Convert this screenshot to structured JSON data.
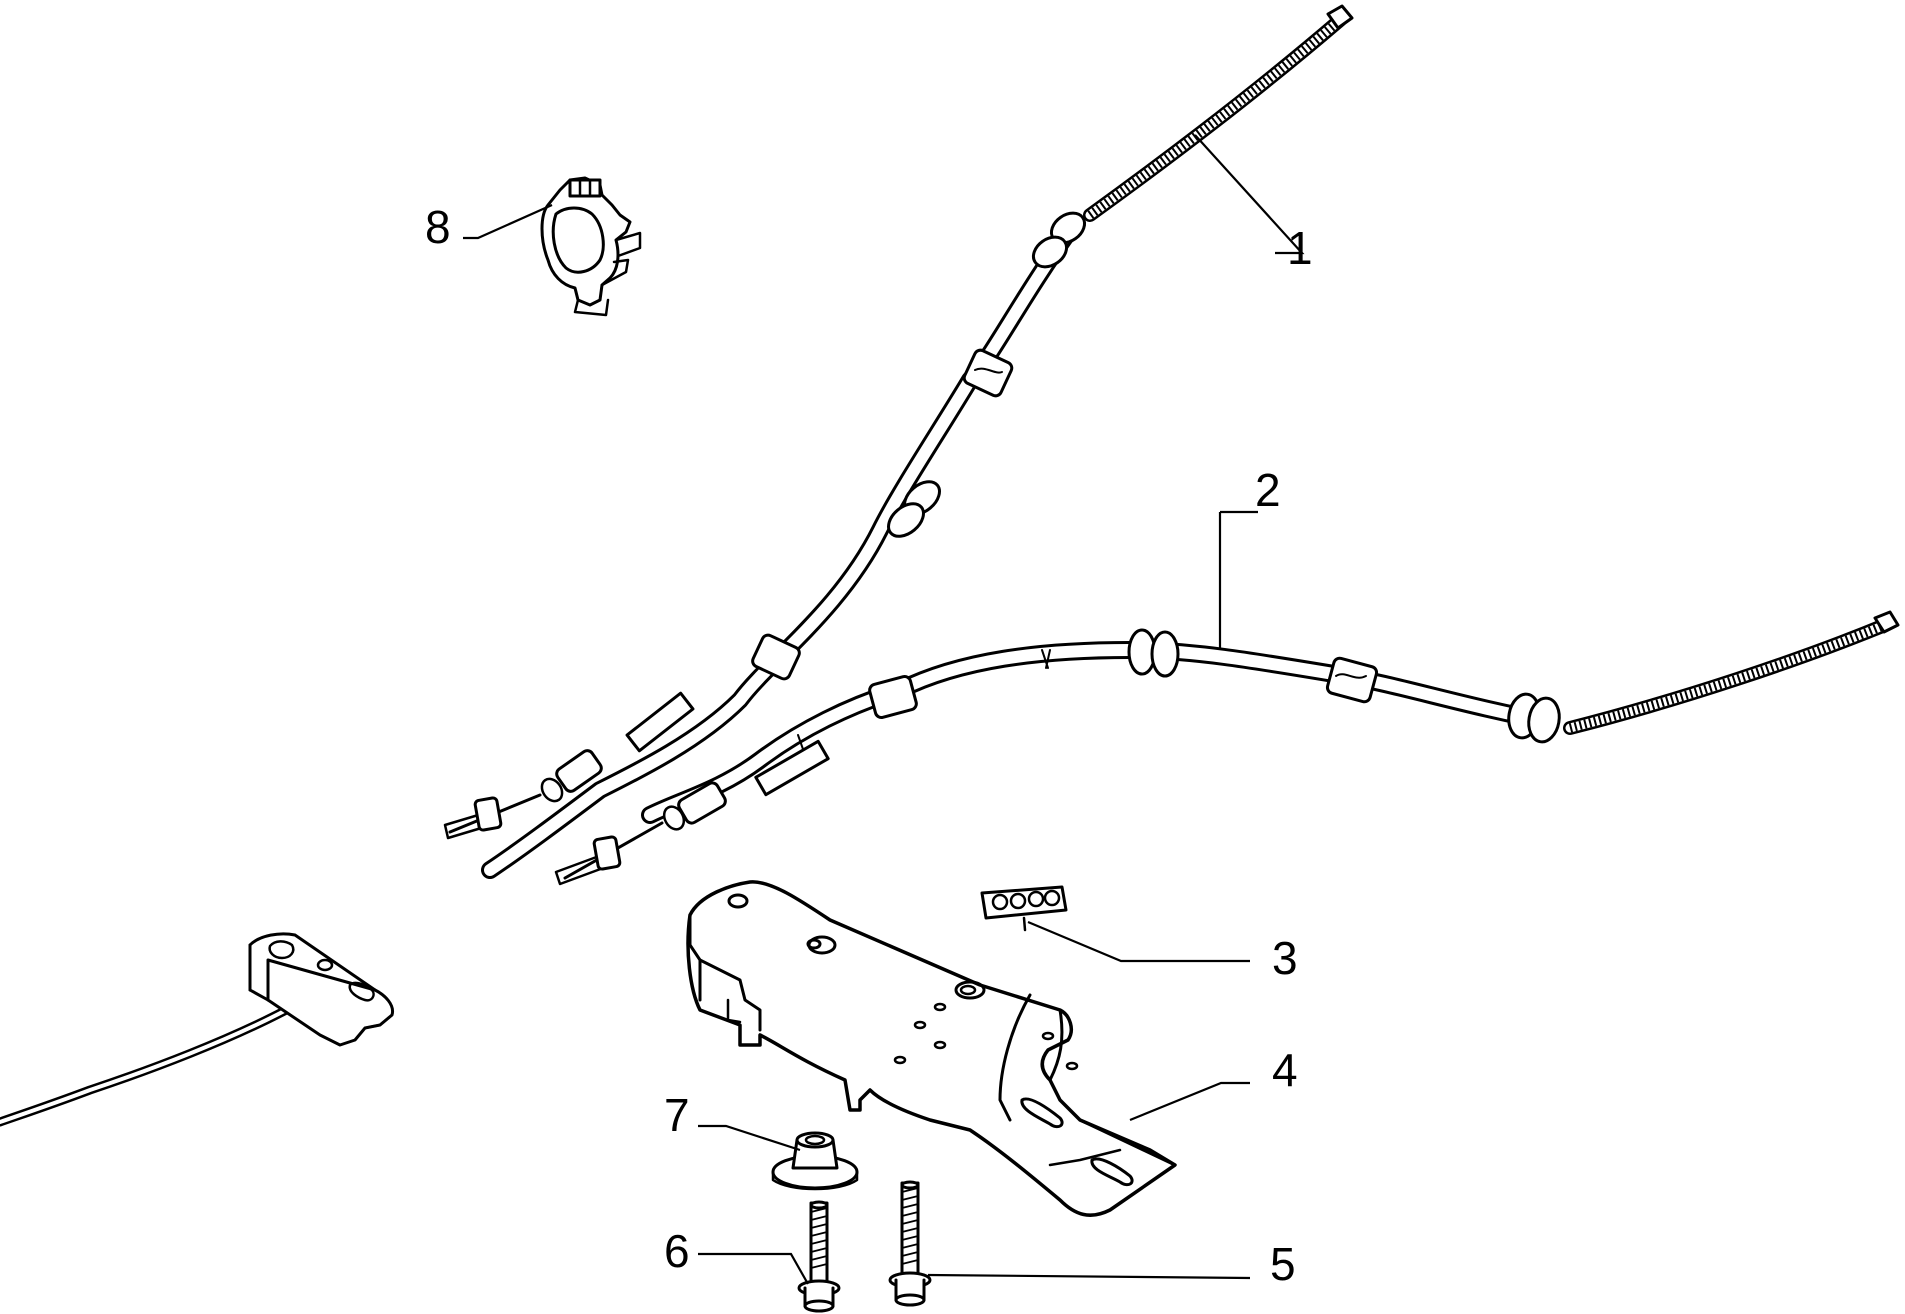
{
  "diagram": {
    "colors": {
      "ink": "#000000",
      "background": "#ffffff"
    },
    "callouts": [
      {
        "id": "1",
        "label": "1"
      },
      {
        "id": "2",
        "label": "2"
      },
      {
        "id": "3",
        "label": "3"
      },
      {
        "id": "4",
        "label": "4"
      },
      {
        "id": "5",
        "label": "5"
      },
      {
        "id": "6",
        "label": "6"
      },
      {
        "id": "7",
        "label": "7"
      },
      {
        "id": "8",
        "label": "8"
      }
    ]
  }
}
